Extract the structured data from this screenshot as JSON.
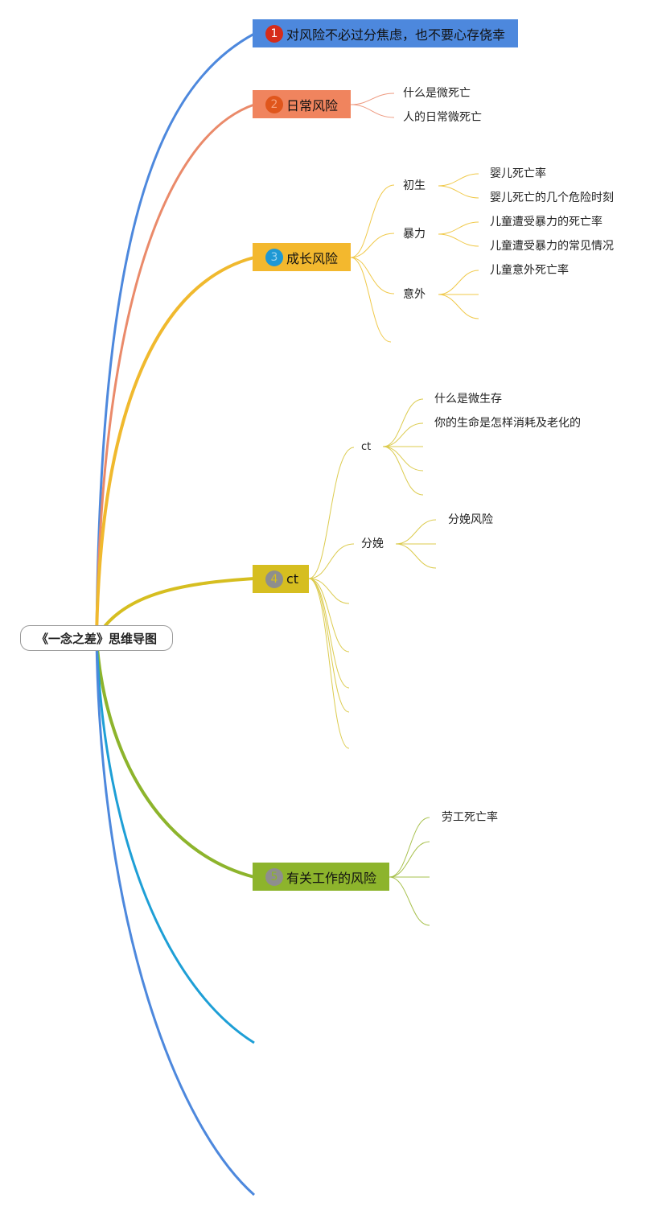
{
  "root": {
    "label": "《一念之差》思维导图"
  },
  "topics": [
    {
      "badge": "1",
      "label": "对风险不必过分焦虑，也不要心存侥幸",
      "color": "#4d88dd",
      "badge_color": "#d62c1a"
    },
    {
      "badge": "2",
      "label": "日常风险",
      "color": "#f0845e",
      "badge_color": "#e0561c",
      "children": [
        "什么是微死亡",
        "人的日常微死亡"
      ]
    },
    {
      "badge": "3",
      "label": "成长风险",
      "color": "#f3b82e",
      "badge_color": "#1e98d4",
      "children": [
        {
          "label": "初生",
          "children": [
            "婴儿死亡率",
            "婴儿死亡的几个危险时刻"
          ]
        },
        {
          "label": "暴力",
          "children": [
            "儿童遭受暴力的死亡率",
            "儿童遭受暴力的常见情况"
          ]
        },
        {
          "label": "意外",
          "children": [
            "儿童意外死亡率"
          ]
        }
      ]
    },
    {
      "badge": "4",
      "label": "ct",
      "color": "#d6be20",
      "badge_color": "#8e8e8e",
      "children": [
        {
          "label": "ct",
          "children": [
            "什么是微生存",
            "你的生命是怎样消耗及老化的"
          ]
        },
        {
          "label": "分娩",
          "children": [
            "分娩风险"
          ]
        }
      ]
    },
    {
      "badge": "5",
      "label": "有关工作的风险",
      "color": "#8db42c",
      "badge_color": "#8e8e8e",
      "children": [
        "劳工死亡率"
      ]
    }
  ]
}
